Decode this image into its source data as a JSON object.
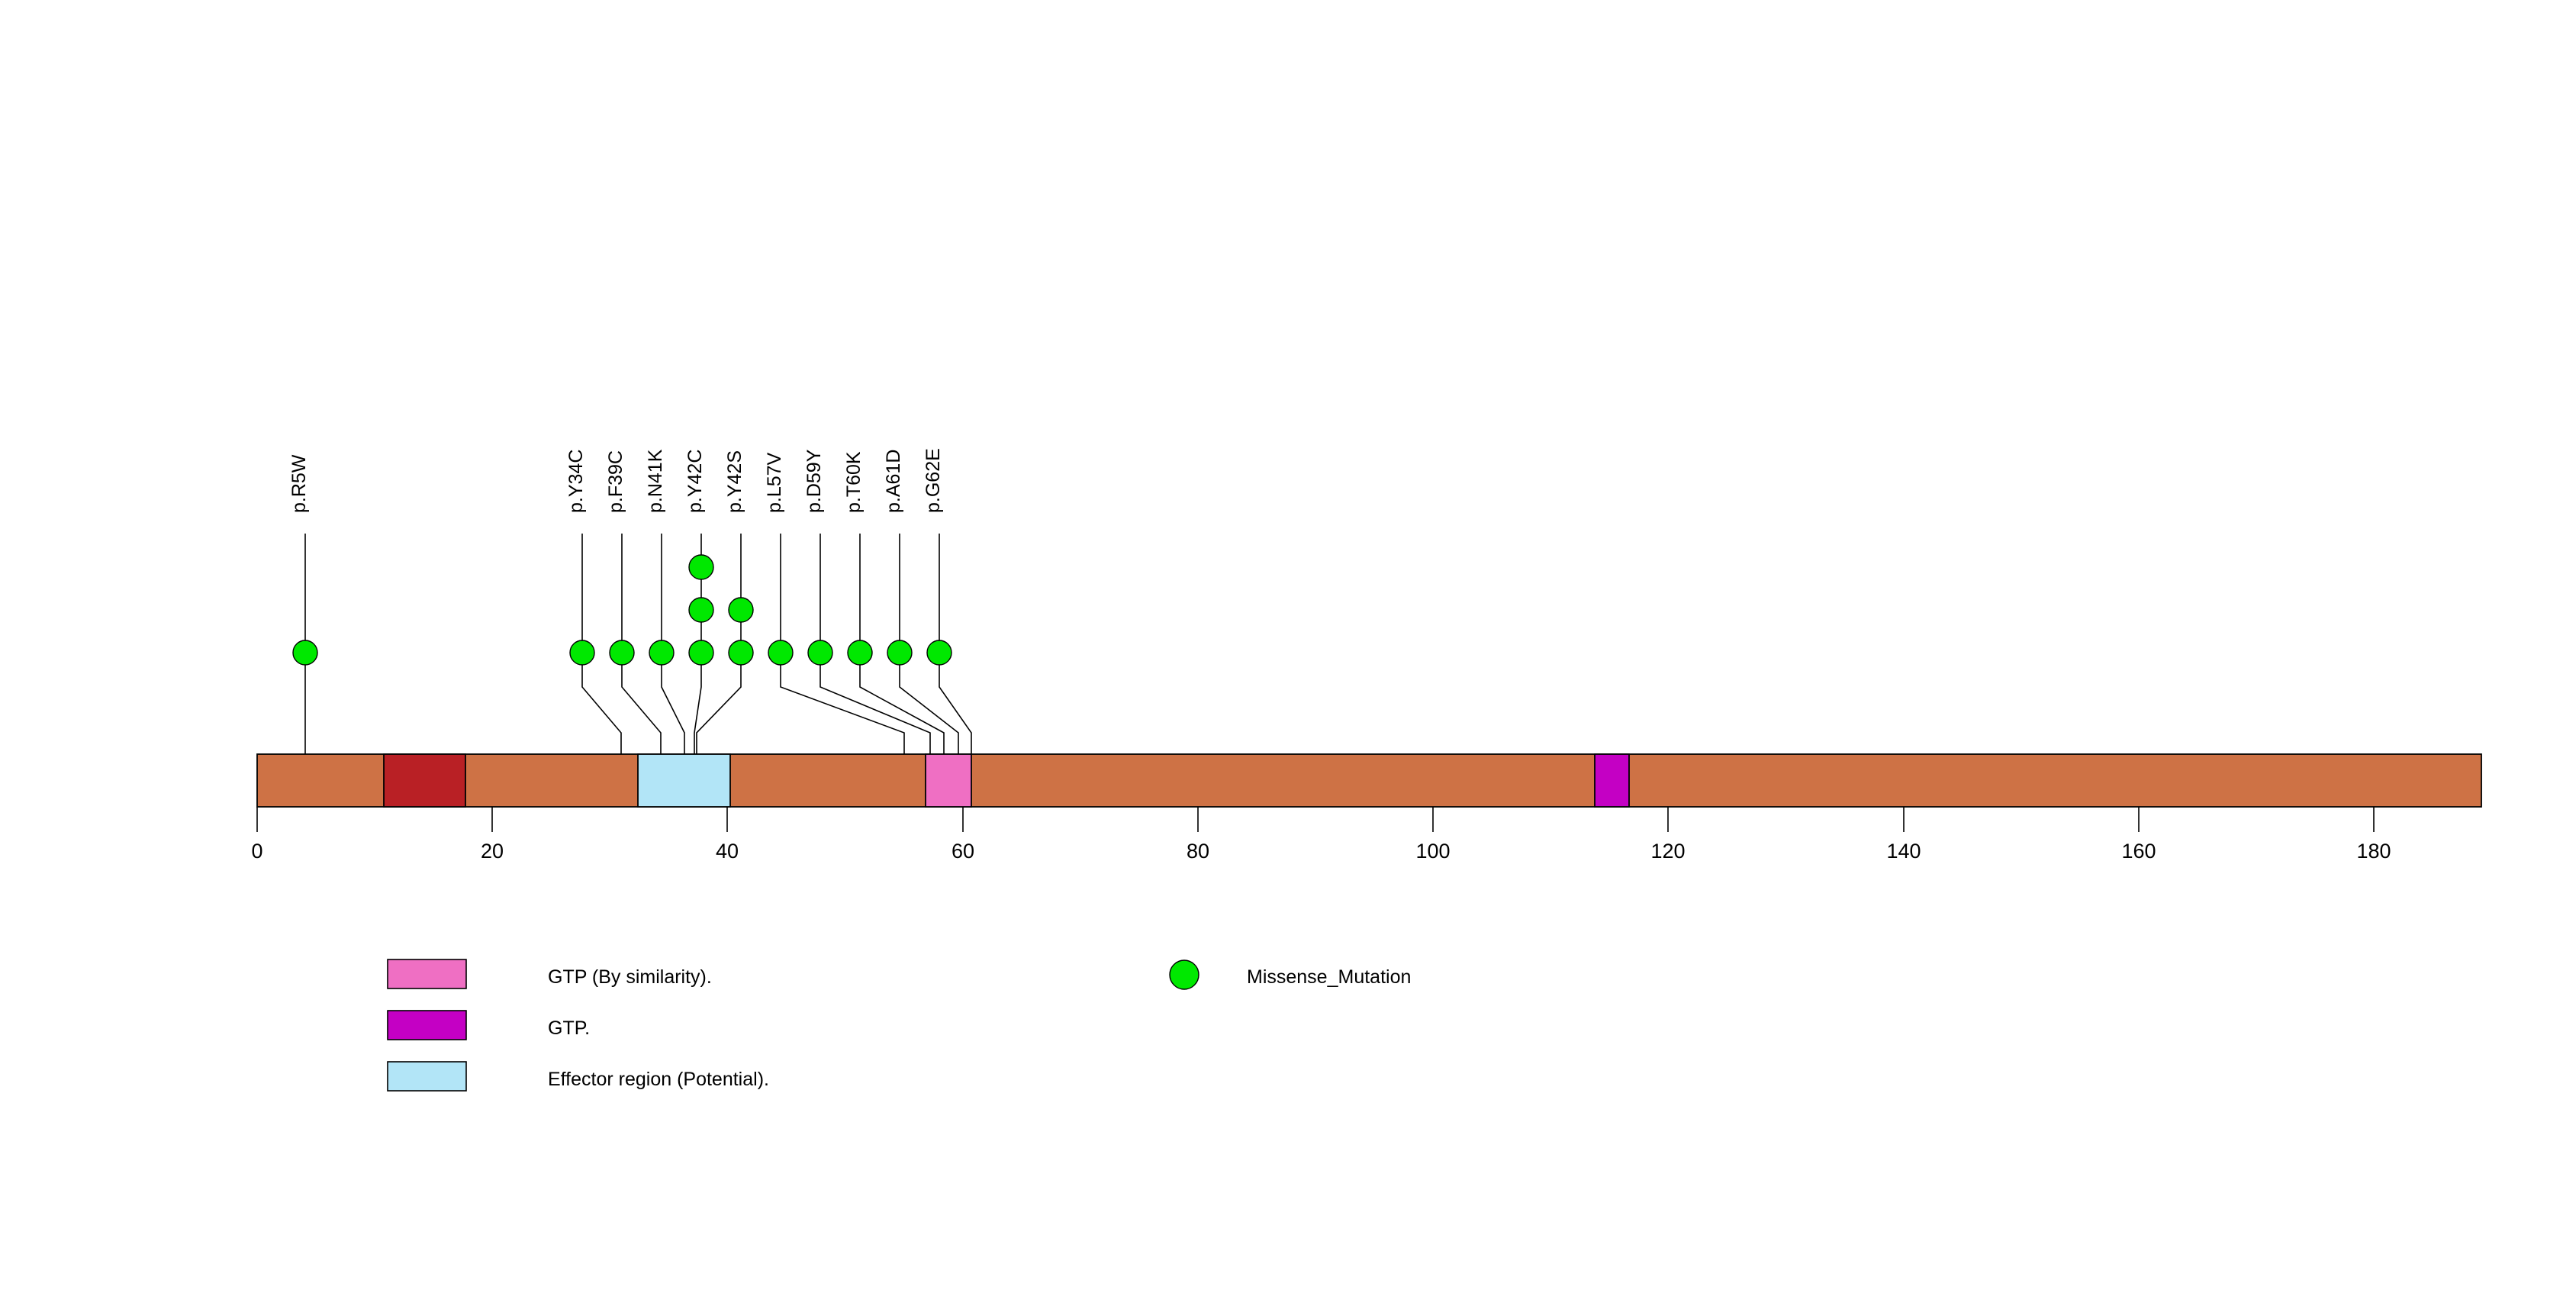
{
  "chart_data": {
    "type": "lollipop",
    "title": "",
    "xlabel": "",
    "ylabel": "",
    "xlim": [
      0,
      189
    ],
    "grid": false,
    "axis": {
      "ticks": [
        0,
        20,
        40,
        60,
        80,
        100,
        120,
        140,
        160,
        180
      ],
      "tick_labels": [
        "0",
        "20",
        "40",
        "60",
        "80",
        "100",
        "120",
        "140",
        "160",
        "180"
      ]
    },
    "protein": {
      "length": 189,
      "backbone_color": "#ce7245"
    },
    "domains": [
      {
        "name": "unnamed-dark-red-region",
        "start": 12,
        "end": 18,
        "color": "#b92025",
        "legend": false
      },
      {
        "name": "Effector region (Potential).",
        "start": 32,
        "end": 40,
        "color": "#b2e5f7",
        "legend": true
      },
      {
        "name": "GTP (By similarity).",
        "start": 57,
        "end": 62,
        "color": "#ef6fc3",
        "legend": true
      },
      {
        "name": "GTP.",
        "start": 116,
        "end": 119,
        "color": "#c400c4",
        "legend": true
      }
    ],
    "mutations": [
      {
        "label": "p.R5W",
        "position": 5,
        "count": 1,
        "type": "Missense_Mutation"
      },
      {
        "label": "p.Y34C",
        "position": 34,
        "count": 1,
        "type": "Missense_Mutation"
      },
      {
        "label": "p.F39C",
        "position": 39,
        "count": 1,
        "type": "Missense_Mutation"
      },
      {
        "label": "p.N41K",
        "position": 41,
        "count": 1,
        "type": "Missense_Mutation"
      },
      {
        "label": "p.Y42C",
        "position": 42,
        "count": 3,
        "type": "Missense_Mutation"
      },
      {
        "label": "p.Y42S",
        "position": 42,
        "count": 2,
        "type": "Missense_Mutation"
      },
      {
        "label": "p.L57V",
        "position": 57,
        "count": 1,
        "type": "Missense_Mutation"
      },
      {
        "label": "p.D59Y",
        "position": 59,
        "count": 1,
        "type": "Missense_Mutation"
      },
      {
        "label": "p.T60K",
        "position": 60,
        "count": 1,
        "type": "Missense_Mutation"
      },
      {
        "label": "p.A61D",
        "position": 61,
        "count": 1,
        "type": "Missense_Mutation"
      },
      {
        "label": "p.G62E",
        "position": 62,
        "count": 1,
        "type": "Missense_Mutation"
      }
    ],
    "mutation_marker_color": "#00e800"
  },
  "legend": {
    "domain_entries": [
      {
        "label": "GTP (By similarity).",
        "color": "#ef6fc3"
      },
      {
        "label": "GTP.",
        "color": "#c400c4"
      },
      {
        "label": "Effector region (Potential).",
        "color": "#b2e5f7"
      }
    ],
    "mutation_entries": [
      {
        "label": "Missense_Mutation",
        "color": "#00e800"
      }
    ]
  },
  "colors": {
    "backbone": "#ce7245",
    "dark_red": "#b92025",
    "light_blue": "#b2e5f7",
    "pink": "#ef6fc3",
    "magenta": "#c400c4",
    "green": "#00e800",
    "outline": "#000000",
    "background": "#ffffff"
  }
}
